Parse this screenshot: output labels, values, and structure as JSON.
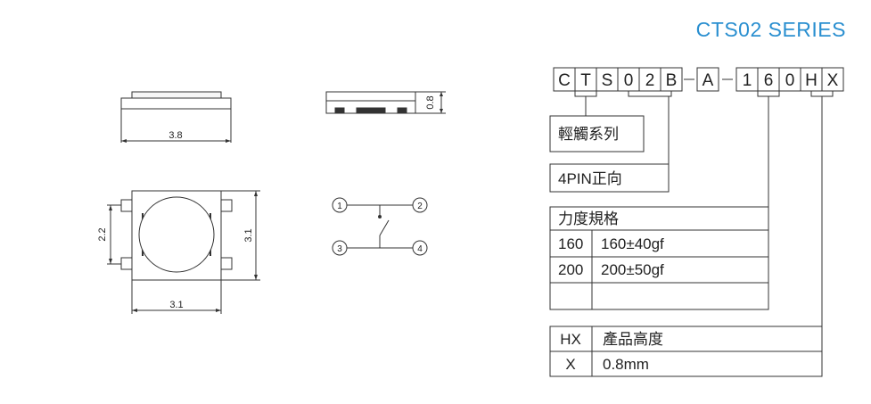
{
  "series_title": "CTS02  SERIES",
  "dimensions": {
    "side_width": "3.8",
    "side_height": "0.8",
    "top_width": "3.1",
    "top_height": "3.1",
    "inner_height": "2.2"
  },
  "pins": [
    "1",
    "2",
    "3",
    "4"
  ],
  "part_code": [
    "C",
    "T",
    "S",
    "0",
    "2",
    "B",
    "-",
    "A",
    "-",
    "1",
    "6",
    "0",
    "H",
    "X"
  ],
  "legend": {
    "series_label": "輕觸系列",
    "pin_label": "4PIN正向",
    "force": {
      "header": "力度規格",
      "rows": [
        {
          "code": "160",
          "value": "160±40gf"
        },
        {
          "code": "200",
          "value": "200±50gf"
        },
        {
          "code": "",
          "value": ""
        }
      ]
    },
    "height": {
      "rows": [
        {
          "code": "HX",
          "value": "產品高度"
        },
        {
          "code": "X",
          "value": "0.8mm"
        }
      ]
    }
  },
  "colors": {
    "accent": "#2a8fd0",
    "line": "#333333"
  }
}
